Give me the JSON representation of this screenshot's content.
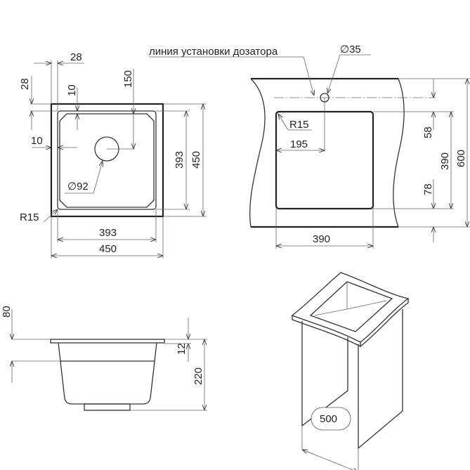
{
  "top_view": {
    "dim_flange_x": "28",
    "dim_flange_y": "28",
    "dim_inner_offset_y": "10",
    "dim_drain_offset_y": "150",
    "dim_inner_offset_x": "10",
    "drain_diameter": "∅92",
    "corner_radius": "R15",
    "inner_width": "393",
    "outer_width": "450",
    "inner_height": "393",
    "outer_height": "450"
  },
  "cutout_view": {
    "dispenser_line_label": "линия установки дозатора",
    "dispenser_hole": "∅35",
    "corner_radius": "R15",
    "hole_offset": "195",
    "cutout_width": "390",
    "dim_top": "58",
    "cutout_height": "390",
    "dim_bottom": "78",
    "countertop_depth": "600"
  },
  "side_view": {
    "dim_80": "80",
    "dim_12": "12",
    "dim_220": "220"
  },
  "iso_view": {
    "cabinet_width": "500"
  }
}
